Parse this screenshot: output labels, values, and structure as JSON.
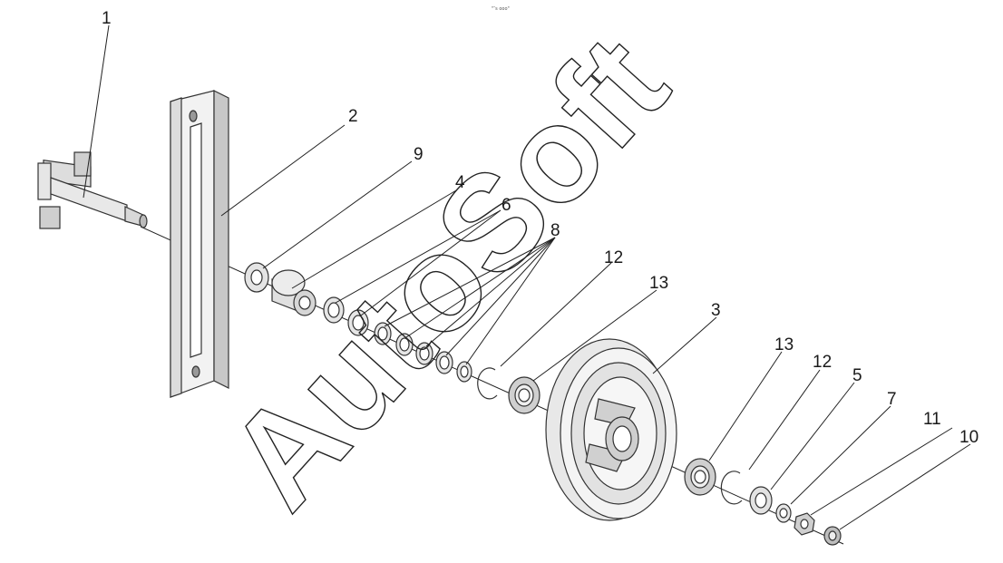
{
  "page_marker": "\"″s ooo\"",
  "watermark": "AutoSoft",
  "callouts": {
    "c1": "1",
    "c2": "2",
    "c9": "9",
    "c4": "4",
    "c6": "6",
    "c8": "8",
    "c12a": "12",
    "c13a": "13",
    "c3": "3",
    "c13b": "13",
    "c12b": "12",
    "c5": "5",
    "c7": "7",
    "c11": "11",
    "c10": "10"
  }
}
